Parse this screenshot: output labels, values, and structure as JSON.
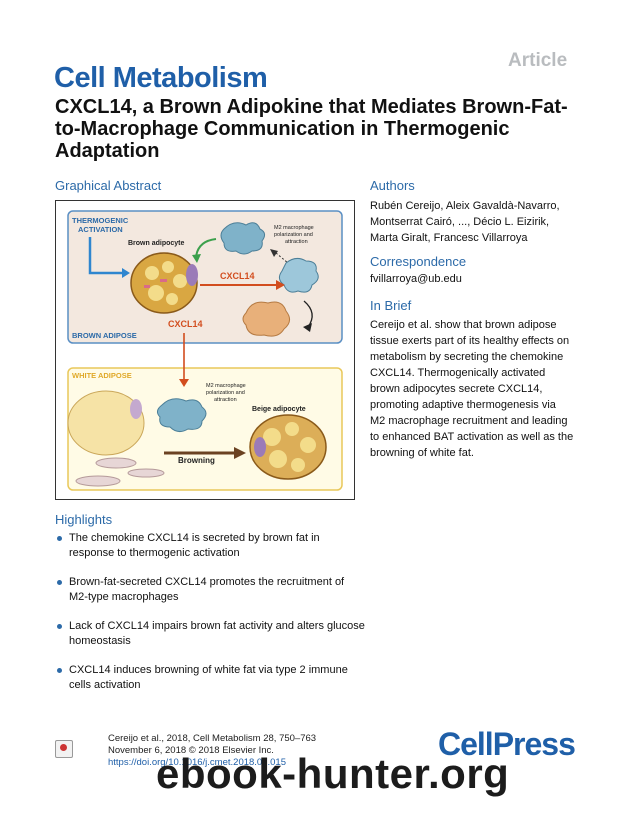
{
  "article_tag": "Article",
  "journal_name": "Cell Metabolism",
  "title": "CXCL14, a Brown Adipokine that Mediates Brown-Fat-to-Macrophage Communication in Thermogenic Adaptation",
  "graphical_abstract": {
    "heading": "Graphical Abstract",
    "labels": {
      "thermogenic": "THERMOGENIC",
      "activation": "ACTIVATION",
      "brown_adipocyte": "Brown adipocyte",
      "m2_top_1": "M2 macrophage",
      "m2_top_2": "polarization and",
      "m2_top_3": "attraction",
      "cxcl14_right": "CXCL14",
      "cxcl14_down": "CXCL14",
      "brown_adipose": "BROWN ADIPOSE",
      "white_adipose": "WHITE ADIPOSE",
      "m2_bottom_1": "M2 macrophage",
      "m2_bottom_2": "polarization and",
      "m2_bottom_3": "attraction",
      "beige_adipocyte": "Beige adipocyte",
      "browning": "Browning"
    },
    "colors": {
      "brown_panel": "#f3e8df",
      "brown_border": "#5a8fc4",
      "white_panel": "#fffbe6",
      "white_border": "#e9c85a",
      "cxcl14": "#d24d1e",
      "macrophage": "#7fb2c9"
    }
  },
  "authors": {
    "heading": "Authors",
    "lines": [
      "Rubén Cereijo, Aleix Gavaldà-Navarro,",
      "Montserrat Cairó, ..., Décio L. Eizirik,",
      "Marta Giralt, Francesc Villarroya"
    ]
  },
  "correspondence": {
    "heading": "Correspondence",
    "email": "fvillarroya@ub.edu"
  },
  "in_brief": {
    "heading": "In Brief",
    "lines": [
      "Cereijo et al. show that brown adipose",
      "tissue exerts part of its healthy effects on",
      "metabolism by secreting the chemokine",
      "CXCL14. Thermogenically activated",
      "brown adipocytes secrete CXCL14,",
      "promoting adaptive thermogenesis via",
      "M2 macrophage recruitment and leading",
      "to enhanced BAT activation as well as the",
      "browning of white fat."
    ]
  },
  "highlights": {
    "heading": "Highlights",
    "items": [
      "The chemokine CXCL14 is secreted by brown fat in response to thermogenic activation",
      "Brown-fat-secreted CXCL14 promotes the recruitment of M2-type macrophages",
      "Lack of CXCL14 impairs brown fat activity and alters glucose homeostasis",
      "CXCL14 induces browning of white fat via type 2 immune cells activation"
    ]
  },
  "citation": {
    "line1": "Cereijo et al., 2018, Cell Metabolism 28, 750–763",
    "line2": "November 6, 2018 © 2018 Elsevier Inc.",
    "doi": "https://doi.org/10.1016/j.cmet.2018.07.015"
  },
  "publisher_logo": "CellPress",
  "watermark": "ebook-hunter.org",
  "icons": {
    "crossmark": "crossmark-icon"
  }
}
